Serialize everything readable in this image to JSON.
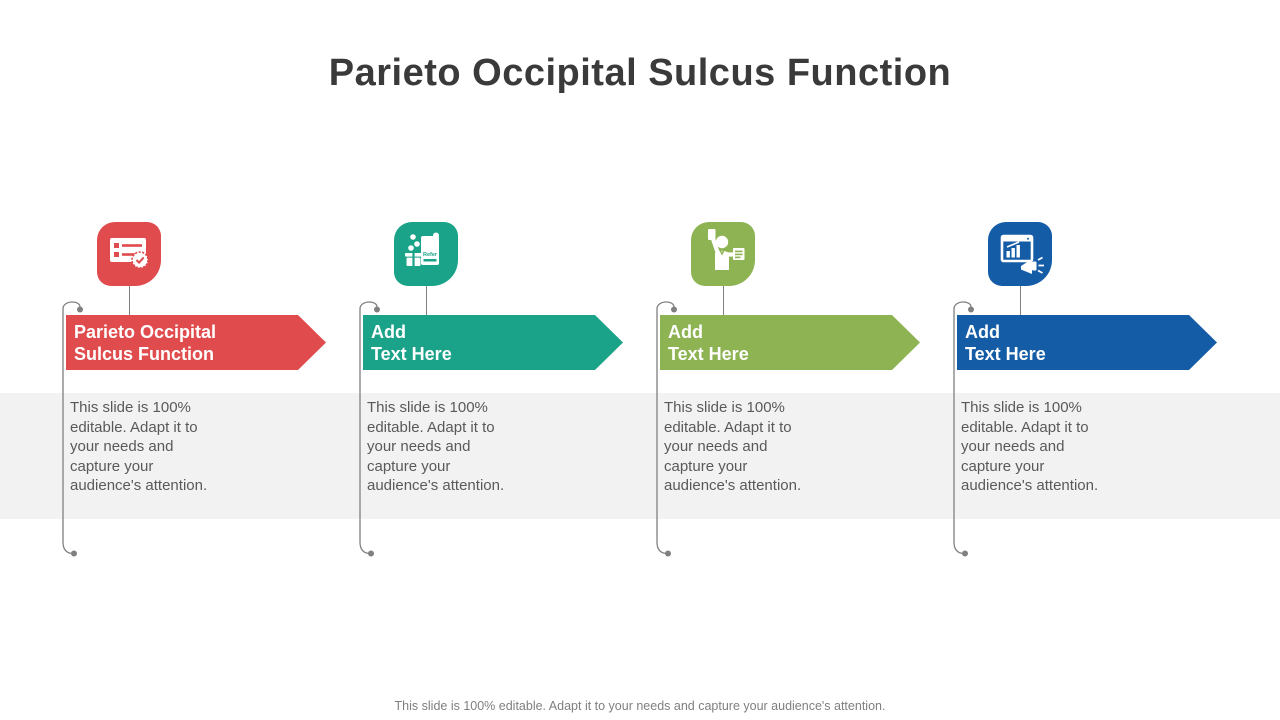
{
  "slide": {
    "title": "Parieto Occipital Sulcus Function",
    "footer": "This slide is 100% editable. Adapt it to your needs and capture your audience's attention."
  },
  "colors": {
    "red": "#E04B4E",
    "teal": "#1AA389",
    "green": "#8DB353",
    "blue": "#155CA7",
    "band_gray": "#F2F2F2",
    "line_gray": "#7F7F7F",
    "body_text_gray": "#595959",
    "title_gray": "#3A3A3A"
  },
  "steps": [
    {
      "icon": "checklist-certificate-icon",
      "color": "#E04B4E",
      "label_line1": "Parieto Occipital",
      "label_line2": "Sulcus Function",
      "body": "This slide is 100% editable. Adapt it to your needs and capture your audience's attention."
    },
    {
      "icon": "refer-reward-icon",
      "color": "#1AA389",
      "label_line1": "Add",
      "label_line2": "Text Here",
      "body": "This slide is 100% editable. Adapt it to your needs and capture your audience's attention."
    },
    {
      "icon": "person-announcement-icon",
      "color": "#8DB353",
      "label_line1": "Add",
      "label_line2": "Text Here",
      "body": "This slide is 100% editable. Adapt it to your needs and capture your audience's attention."
    },
    {
      "icon": "analytics-megaphone-icon",
      "color": "#155CA7",
      "label_line1": "Add",
      "label_line2": "Text Here",
      "body": "This slide is 100% editable. Adapt it to your needs and capture your audience's attention."
    }
  ]
}
